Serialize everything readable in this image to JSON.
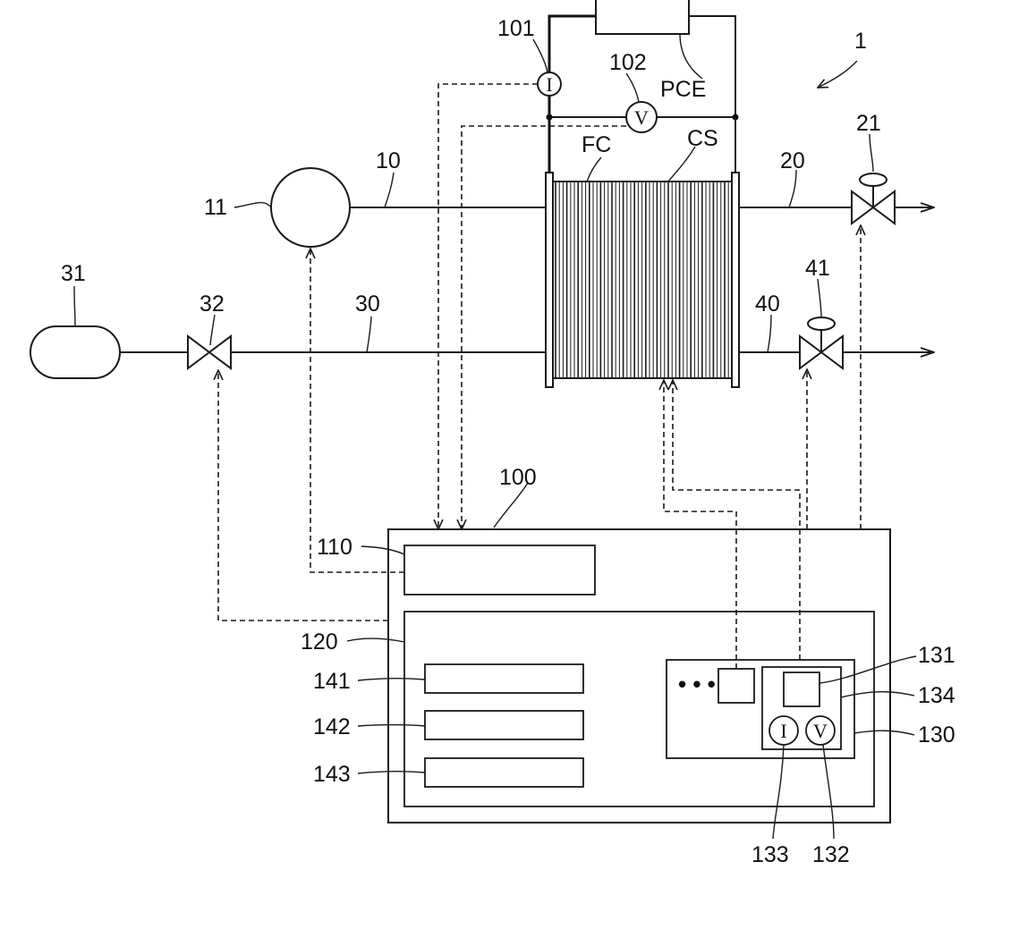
{
  "labels": {
    "system": "1",
    "pce": "PCE",
    "fc": "FC",
    "cs": "CS",
    "current_sensor": "101",
    "voltage_sensor": "102",
    "compressor": "11",
    "air_supply_line": "10",
    "air_exhaust_line": "20",
    "air_valve": "21",
    "hydrogen_tank": "31",
    "hydrogen_valve": "32",
    "hydrogen_supply_line": "30",
    "hydrogen_exhaust_line": "40",
    "hydrogen_exhaust_valve": "41",
    "controller": "100",
    "unit_110": "110",
    "unit_120": "120",
    "unit_130": "130",
    "unit_131": "131",
    "unit_132": "132",
    "unit_133": "133",
    "unit_134": "134",
    "unit_141": "141",
    "unit_142": "142",
    "unit_143": "143"
  },
  "symbols": {
    "current": "I",
    "voltage": "V",
    "ellipsis": "• • •"
  }
}
